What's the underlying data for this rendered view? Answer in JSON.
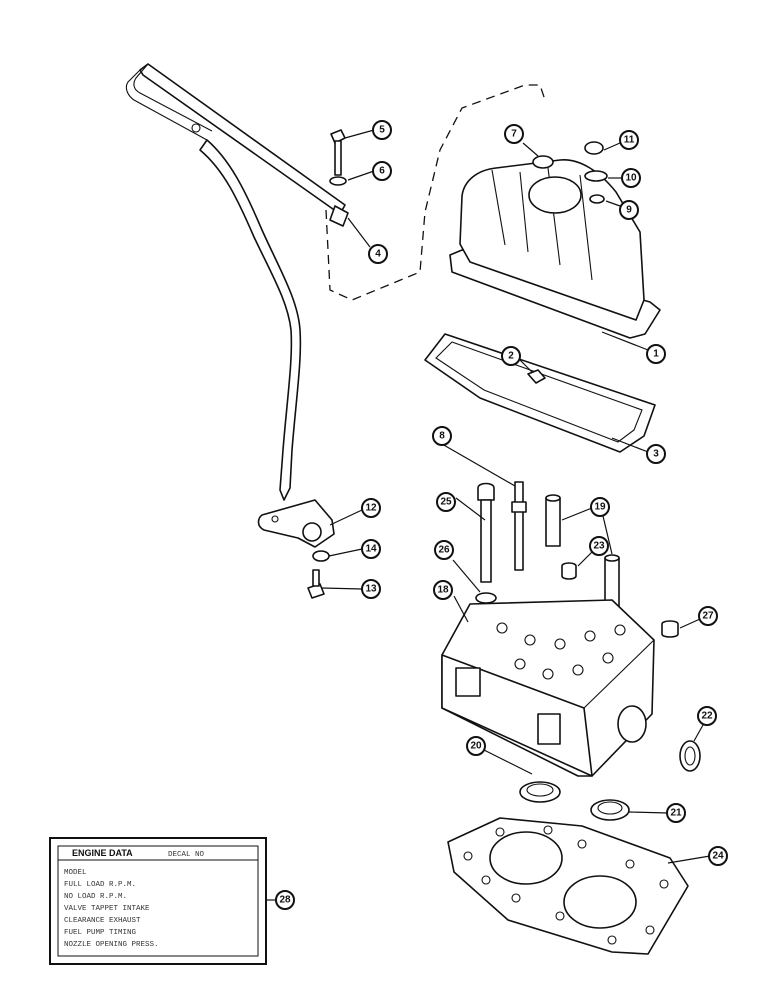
{
  "callouts": [
    {
      "id": "1",
      "label": "1"
    },
    {
      "id": "2",
      "label": "2"
    },
    {
      "id": "3",
      "label": "3"
    },
    {
      "id": "4",
      "label": "4"
    },
    {
      "id": "5",
      "label": "5"
    },
    {
      "id": "6",
      "label": "6"
    },
    {
      "id": "7",
      "label": "7"
    },
    {
      "id": "8",
      "label": "8"
    },
    {
      "id": "9",
      "label": "9"
    },
    {
      "id": "10",
      "label": "10"
    },
    {
      "id": "11",
      "label": "11"
    },
    {
      "id": "12",
      "label": "12"
    },
    {
      "id": "13",
      "label": "13"
    },
    {
      "id": "14",
      "label": "14"
    },
    {
      "id": "18",
      "label": "18"
    },
    {
      "id": "19",
      "label": "19"
    },
    {
      "id": "20",
      "label": "20"
    },
    {
      "id": "21",
      "label": "21"
    },
    {
      "id": "22",
      "label": "22"
    },
    {
      "id": "23",
      "label": "23"
    },
    {
      "id": "24",
      "label": "24"
    },
    {
      "id": "25",
      "label": "25"
    },
    {
      "id": "26",
      "label": "26"
    },
    {
      "id": "27",
      "label": "27"
    },
    {
      "id": "28",
      "label": "28"
    }
  ],
  "decal": {
    "title": "ENGINE DATA",
    "subtitle": "DECAL NO",
    "lines": [
      "MODEL",
      "FULL LOAD R.P.M.",
      "NO LOAD R.P.M.",
      "VALVE TAPPET  INTAKE",
      "CLEARANCE  EXHAUST",
      "FUEL PUMP TIMING",
      "NOZZLE OPENING PRESS."
    ]
  }
}
